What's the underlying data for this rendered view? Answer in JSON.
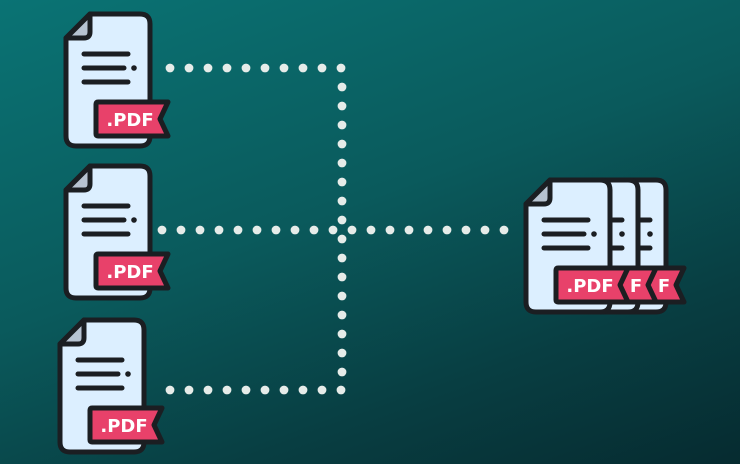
{
  "diagram": {
    "type": "merge-flow",
    "connector_style": "dotted",
    "inputs": [
      {
        "label": ".PDF"
      },
      {
        "label": ".PDF"
      },
      {
        "label": ".PDF"
      }
    ],
    "output": {
      "labels": [
        ".PDF",
        "F",
        "F"
      ]
    }
  },
  "colors": {
    "background_top": "#0a7374",
    "background_bottom": "#062b30",
    "page_fill": "#dcefff",
    "fold_fill": "#b7c3d1",
    "outline": "#1b1e22",
    "tag_fill": "#e8416a",
    "tag_text": "#ffffff",
    "dots": "#e6ece9"
  },
  "icons": {
    "input_document": "pdf-document-icon",
    "output_document": "merged-pdf-stack-icon"
  }
}
